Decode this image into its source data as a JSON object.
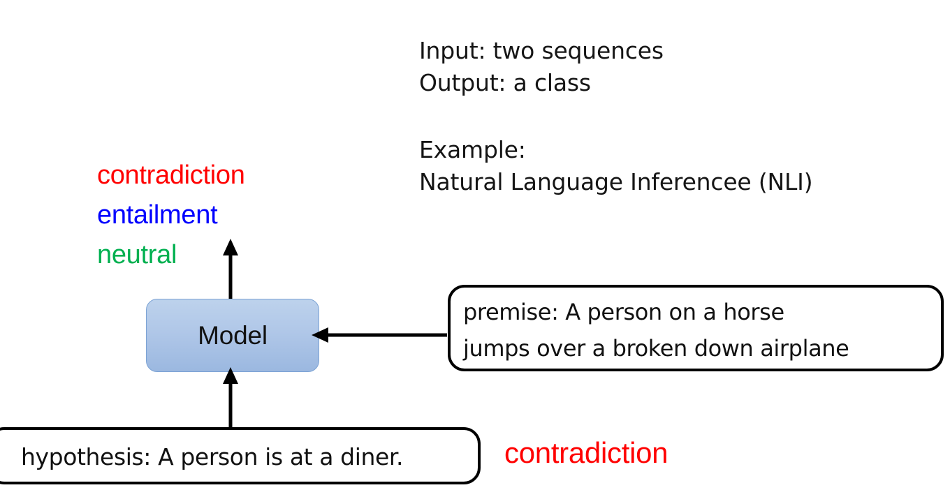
{
  "slide": {
    "background_color": "#FFFFFF",
    "task_description": {
      "io_lines": "Input: two sequences\nOutput: a class",
      "input_line": "Input: two sequences",
      "output_line": "Output: a class",
      "example_heading": "Example:",
      "example_name": "Natural Language Inferencee (NLI)",
      "example_lines": "Example:\nNatural Language Inferencee (NLI)"
    },
    "classes": [
      {
        "label": "contradiction",
        "color": "#FF0000"
      },
      {
        "label": "entailment",
        "color": "#0000FF"
      },
      {
        "label": "neutral",
        "color": "#00B050"
      }
    ],
    "model": {
      "label": "Model",
      "fill_top": "#BDD2EC",
      "fill_bottom": "#9BB8E0",
      "border_color": "#7BA2D4"
    },
    "inputs": {
      "premise_line_1": "premise: A person on a horse",
      "premise_line_2": "jumps over a broken down airplane",
      "hypothesis": "hypothesis: A person is at a diner."
    },
    "prediction": {
      "label": "contradiction",
      "color": "#FF0000"
    },
    "arrows": [
      {
        "name": "hypothesis-to-model",
        "direction": "up"
      },
      {
        "name": "premise-to-model",
        "direction": "left"
      },
      {
        "name": "model-to-output",
        "direction": "up"
      }
    ]
  }
}
